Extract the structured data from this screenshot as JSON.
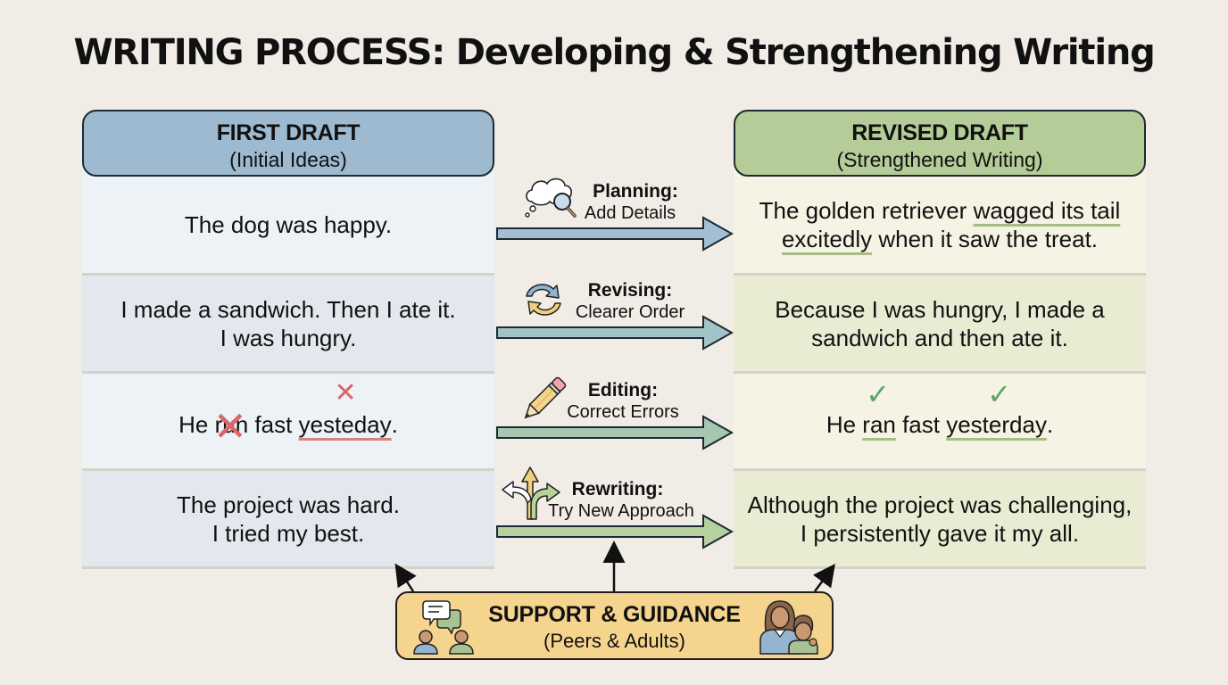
{
  "title": "WRITING PROCESS: Developing & Strengthening Writing",
  "first_draft": {
    "heading": "FIRST DRAFT",
    "subheading": "(Initial Ideas)",
    "color": "#9dbad0",
    "rows": [
      {
        "line1": "The dog was happy.",
        "line2": ""
      },
      {
        "line1": "I made a sandwich. Then I ate it.",
        "line2": "I was hungry."
      },
      {
        "pre": "He ",
        "error1": "run",
        "mid": " fast ",
        "error2": "yesteday",
        "post": "."
      },
      {
        "line1": "The project was hard.",
        "line2": "I tried my best."
      }
    ]
  },
  "revised_draft": {
    "heading": "REVISED DRAFT",
    "subheading": "(Strengthened Writing)",
    "color": "#b3cc98",
    "rows": [
      {
        "pre": "The golden retriever ",
        "highlight1": "wagged its tail",
        "highlight2": "excitedly",
        "post": " when it saw the treat."
      },
      {
        "line1": "Because I was hungry, I made a",
        "line2": "sandwich and then ate it."
      },
      {
        "pre": "He ",
        "fix1": "ran",
        "mid": " fast ",
        "fix2": "yesterday",
        "post": "."
      },
      {
        "line1": "Although the project was challenging,",
        "line2": "I persistently gave it my all."
      }
    ]
  },
  "steps": [
    {
      "title": "Planning:",
      "subtitle": "Add Details",
      "icon": "thought-cloud-magnifier-icon",
      "arrow_color": "#a4bed3"
    },
    {
      "title": "Revising:",
      "subtitle": "Clearer Order",
      "icon": "cycle-arrows-icon",
      "arrow_color": "#a3c4c6"
    },
    {
      "title": "Editing:",
      "subtitle": "Correct Errors",
      "icon": "pencil-icon",
      "arrow_color": "#a6c6b2"
    },
    {
      "title": "Rewriting:",
      "subtitle": "Try New Approach",
      "icon": "branching-arrows-icon",
      "arrow_color": "#b5d19f"
    }
  ],
  "marks": {
    "error": "✕",
    "correct": "✓"
  },
  "support": {
    "title": "SUPPORT & GUIDANCE",
    "subtitle": "(Peers & Adults)",
    "color": "#f5d48e",
    "left_icon": "peer-discussion-icon",
    "right_icon": "adult-child-icon"
  }
}
